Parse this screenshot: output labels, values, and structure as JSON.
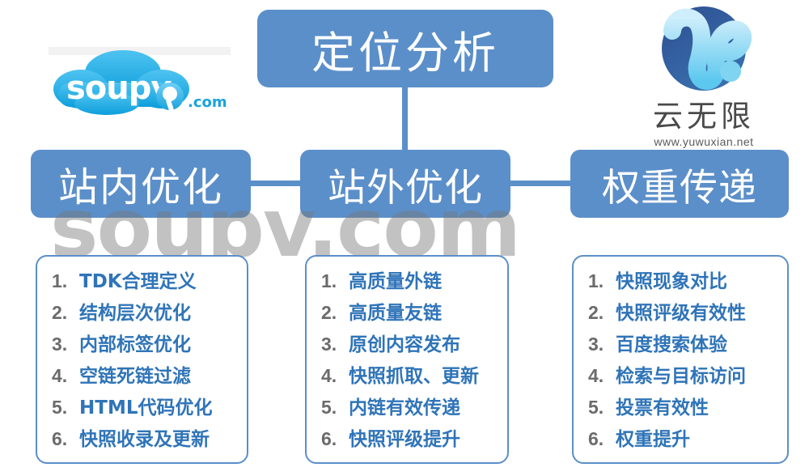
{
  "diagram": {
    "title_node": "定位分析",
    "branch_nodes": [
      {
        "id": "onsite",
        "label": "站内优化"
      },
      {
        "id": "offsite",
        "label": "站外优化"
      },
      {
        "id": "weight",
        "label": "权重传递"
      }
    ],
    "lists": {
      "onsite": [
        {
          "num": "1.",
          "text": "TDK合理定义"
        },
        {
          "num": "2.",
          "text": "结构层次优化"
        },
        {
          "num": "3.",
          "text": "内部标签优化"
        },
        {
          "num": "4.",
          "text": "空链死链过滤"
        },
        {
          "num": "5.",
          "text": "HTML代码优化"
        },
        {
          "num": "6.",
          "text": "快照收录及更新"
        }
      ],
      "offsite": [
        {
          "num": "1.",
          "text": "高质量外链"
        },
        {
          "num": "2.",
          "text": "高质量友链"
        },
        {
          "num": "3.",
          "text": "原创内容发布"
        },
        {
          "num": "4.",
          "text": "快照抓取、更新"
        },
        {
          "num": "5.",
          "text": "内链有效传递"
        },
        {
          "num": "6.",
          "text": "快照评级提升"
        }
      ],
      "weight": [
        {
          "num": "1.",
          "text": "快照现象对比"
        },
        {
          "num": "2.",
          "text": "快照评级有效性"
        },
        {
          "num": "3.",
          "text": "百度搜索体验"
        },
        {
          "num": "4.",
          "text": "检索与目标访问"
        },
        {
          "num": "5.",
          "text": "投票有效性"
        },
        {
          "num": "6.",
          "text": "权重提升"
        }
      ]
    }
  },
  "watermark": {
    "text": "soupv.com"
  },
  "logo_left": {
    "name": "soupv",
    "suffix": ".com"
  },
  "logo_right": {
    "cn_name": "云无限",
    "url": "www.yuwuxian.net"
  },
  "colors": {
    "node_fill": "#5b8fc9",
    "node_text": "#ffffff",
    "card_border": "#5b8fc9",
    "list_text": "#2f74b8",
    "list_number": "#6b6b6b",
    "watermark": "#787878",
    "logo_left_cloud": "#29aae1",
    "logo_right_circle": "#2c4f8c"
  }
}
